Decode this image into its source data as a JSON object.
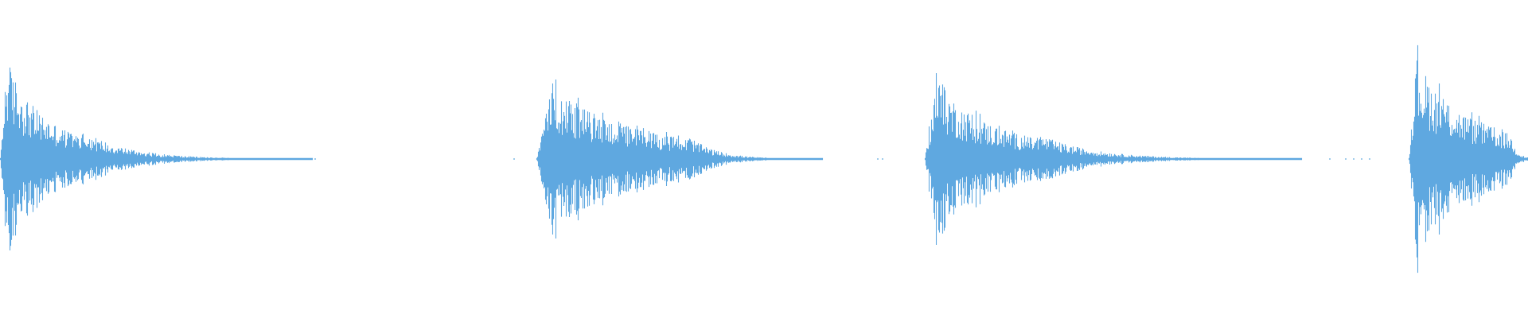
{
  "waveform": {
    "color": "#5fa8e0",
    "background": "#ffffff",
    "bursts": [
      {
        "peak": 0.98,
        "sustain": 0.45,
        "decay": 0.28
      },
      {
        "peak": 0.72,
        "sustain": 0.55,
        "decay": 0.32
      },
      {
        "peak": 0.78,
        "sustain": 0.5,
        "decay": 0.3
      },
      {
        "peak": 1.0,
        "sustain": 0.5,
        "decay": 0.22
      }
    ]
  }
}
